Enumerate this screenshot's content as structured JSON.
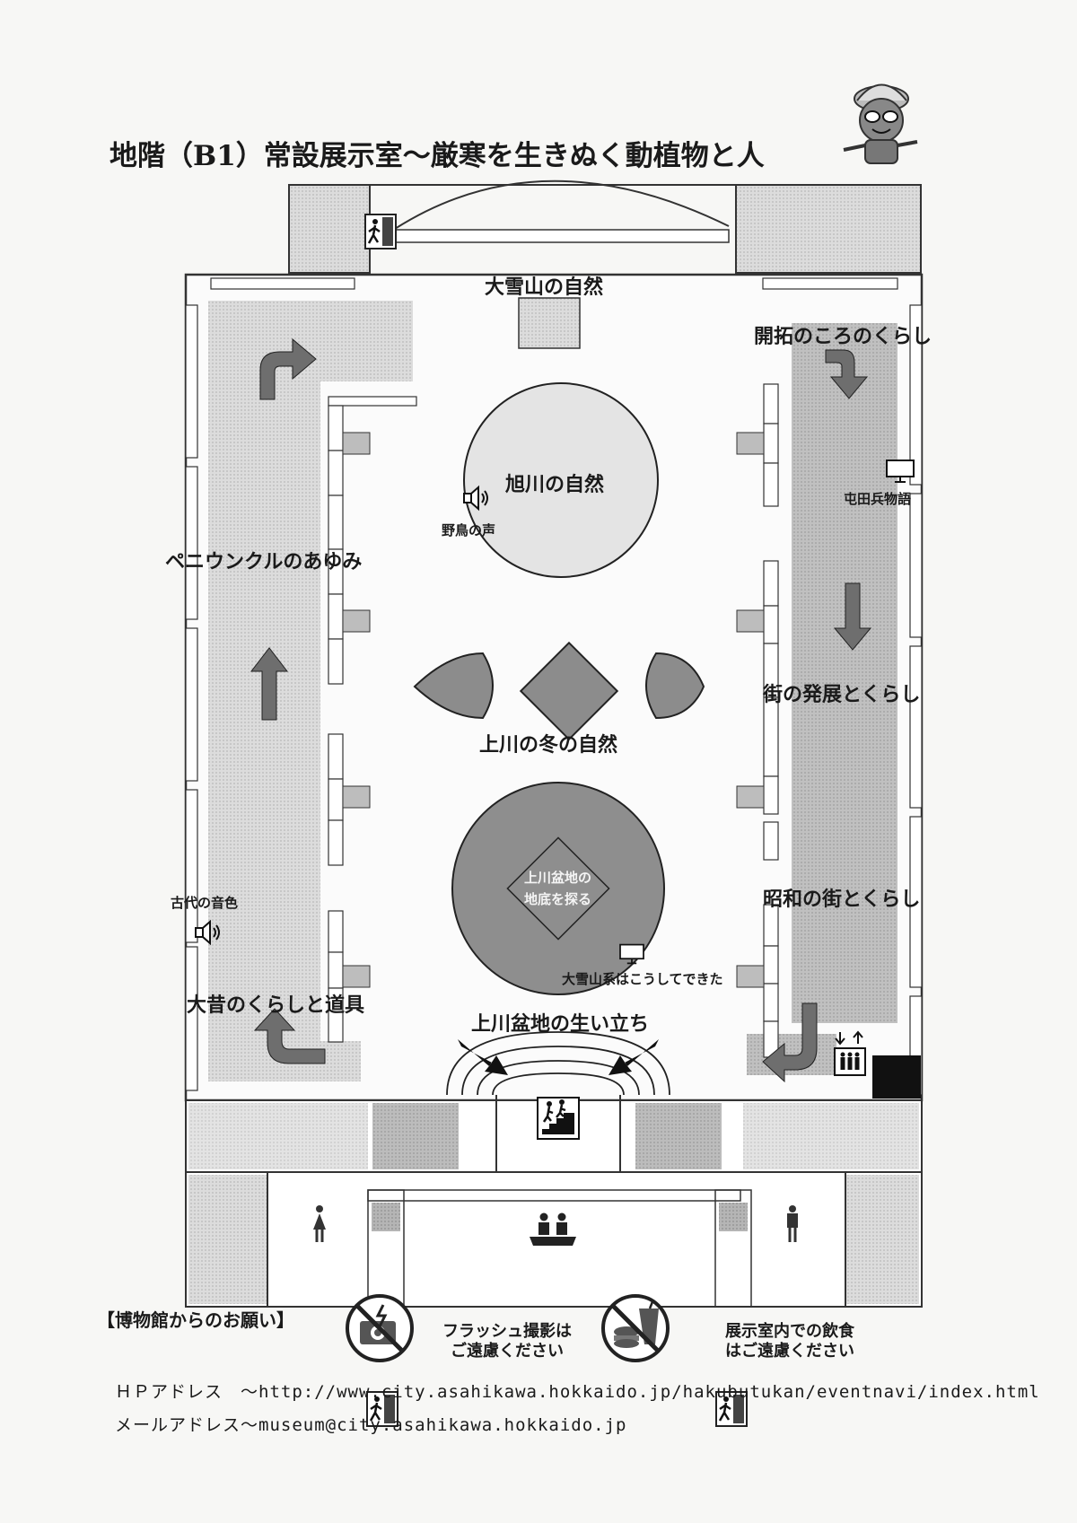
{
  "title": "地階（B1）常設展示室～厳寒を生きぬく動植物と人",
  "zones": {
    "daisetsuzan": "大雪山の自然",
    "asahikawa": "旭川の自然",
    "penunkur": "ペニウンクルのあゆみ",
    "kaitaku": "開拓のころのくらし",
    "machi": "街の発展とくらし",
    "kamikawa_winter": "上川の冬の自然",
    "showa": "昭和の街とくらし",
    "ohmukashi": "大昔のくらしと道具",
    "basin_origin": "上川盆地の生い立ち",
    "basin_floor_1": "上川盆地の",
    "basin_floor_2": "地底を探る"
  },
  "media": {
    "bird_voice": "野鳥の声",
    "ancient_tone": "古代の音色",
    "tondenhei": "屯田兵物語",
    "daisetsu_formed": "大雪山系はこうしてできた"
  },
  "notice": {
    "heading": "【博物館からのお願い】",
    "flash_line1": "フラッシュ撮影は",
    "flash_line2": "ご遠慮ください",
    "food_line1": "展示室内での飲食",
    "food_line2": "はご遠慮ください"
  },
  "footer": {
    "hp": "ＨＰアドレス　～http://www.city.asahikawa.hokkaido.jp/hakubutukan/eventnavi/index.html",
    "mail": "メールアドレス～museum@city.asahikawa.hokkaido.jp"
  },
  "icons": {
    "mascot": "mascot-icon",
    "exit": "emergency-exit-icon",
    "speaker": "speaker-icon",
    "monitor": "monitor-icon",
    "elevator": "elevator-icon",
    "stairs": "stairs-icon",
    "toilet_female": "female-restroom-icon",
    "toilet_male": "male-restroom-icon",
    "bench": "bench-icon",
    "no_flash": "no-flash-icon",
    "no_food": "no-food-icon"
  },
  "colors": {
    "ink": "#1a1a1a",
    "wall": "#555555",
    "zone_gray": "#c8c8c8",
    "circle_light": "#e2e2e2",
    "circle_dark": "#8a8a8a",
    "arrow": "#6e6e6e"
  }
}
